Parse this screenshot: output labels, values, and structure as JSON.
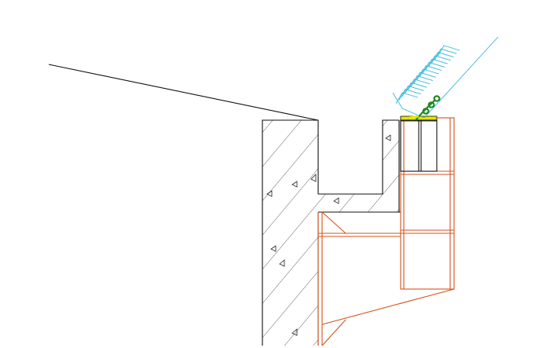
{
  "drawing": {
    "type": "cad-section-detail",
    "labels": [],
    "colors": {
      "background": "#ffffff",
      "concrete_outline": "#111111",
      "hatch": "#222222",
      "steel_frame": "#d4521c",
      "glazing_screen": "#35b4dc",
      "planting": "#1e8a1e",
      "highlight": "#e6e600"
    },
    "elements": [
      "sloped-roof-line",
      "concrete-parapet-wall",
      "concrete-ledge",
      "concrete-upstand",
      "steel-frame",
      "fascia-panel",
      "louvre-screen",
      "planting-symbol"
    ]
  }
}
